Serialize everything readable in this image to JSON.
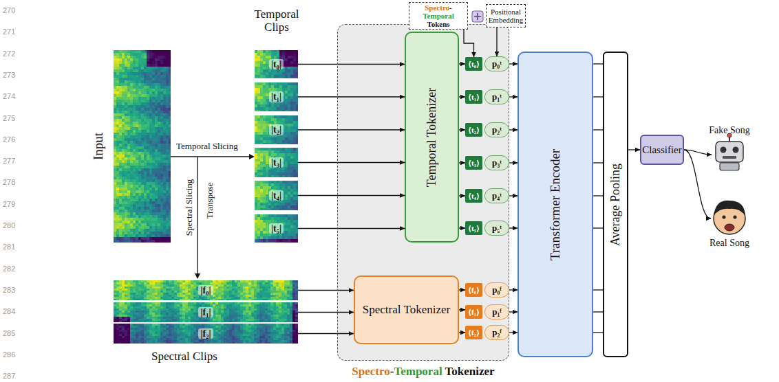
{
  "diagram": {
    "caption": "Spectro-Temporal Tokenizer",
    "nodes": [
      {
        "text": [
          "Input"
        ]
      },
      {
        "text": [
          "|t₀|"
        ]
      },
      {
        "text": [
          "|t₁|"
        ]
      },
      {
        "text": [
          "|t₂|"
        ]
      },
      {
        "text": [
          "|t₃|"
        ]
      },
      {
        "text": [
          "|t₄|"
        ]
      },
      {
        "text": [
          "|t₅|"
        ]
      },
      {
        "text": [
          "|f₀|"
        ]
      },
      {
        "text": [
          "|f₁|"
        ]
      },
      {
        "text": [
          "|f₂|"
        ]
      },
      {
        "text": [
          "Spectro-Temporal Tokenizer"
        ]
      },
      {
        "text": [
          "Temporal Tokenizer"
        ],
        "in": 10
      },
      {
        "text": [
          "Spectral Tokenizer"
        ],
        "in": 10
      },
      {
        "text": [
          "⟨t₀⟩"
        ]
      },
      {
        "text": [
          "⟨t₁⟩"
        ]
      },
      {
        "text": [
          "⟨t₂⟩"
        ]
      },
      {
        "text": [
          "⟨t₃⟩"
        ]
      },
      {
        "text": [
          "⟨t₄⟩"
        ]
      },
      {
        "text": [
          "⟨t₅⟩"
        ]
      },
      {
        "text": [
          "⟨f₀⟩"
        ]
      },
      {
        "text": [
          "⟨f₁⟩"
        ]
      },
      {
        "text": [
          "⟨f₂⟩"
        ]
      },
      {
        "text": [
          "p₀ᵗ"
        ]
      },
      {
        "text": [
          "p₁ᵗ"
        ]
      },
      {
        "text": [
          "p₂ᵗ"
        ]
      },
      {
        "text": [
          "p₃ᵗ"
        ]
      },
      {
        "text": [
          "p₄ᵗ"
        ]
      },
      {
        "text": [
          "p₅ᵗ"
        ]
      },
      {
        "text": [
          "p₀ᶠ"
        ]
      },
      {
        "text": [
          "p₁ᶠ"
        ]
      },
      {
        "text": [
          "p₂ᶠ"
        ]
      },
      {
        "text": [
          "Transformer Encoder"
        ]
      },
      {
        "text": [
          "Average Pooling"
        ]
      },
      {
        "text": [
          "Classifier"
        ]
      },
      {
        "text": [
          "Spectro-Temporal Tokens"
        ]
      },
      {
        "text": [
          "Positional Embedding"
        ]
      },
      {
        "text": [
          "Fake Song"
        ]
      },
      {
        "text": [
          "Real Song"
        ]
      }
    ],
    "edges": [
      {
        "from": 1,
        "to": 11,
        "arrow": "to"
      },
      {
        "from": 2,
        "to": 11,
        "arrow": "to"
      },
      {
        "from": 3,
        "to": 11,
        "arrow": "to"
      },
      {
        "from": 4,
        "to": 11,
        "arrow": "to"
      },
      {
        "from": 5,
        "to": 11,
        "arrow": "to"
      },
      {
        "from": 6,
        "to": 11,
        "arrow": "to"
      },
      {
        "from": 7,
        "to": 12,
        "arrow": "to"
      },
      {
        "from": 8,
        "to": 12,
        "arrow": "to"
      },
      {
        "from": 9,
        "to": 12,
        "arrow": "to"
      },
      {
        "from": 11,
        "to": 13,
        "arrow": "to"
      },
      {
        "from": 11,
        "to": 14,
        "arrow": "to"
      },
      {
        "from": 11,
        "to": 15,
        "arrow": "to"
      },
      {
        "from": 11,
        "to": 16,
        "arrow": "to"
      },
      {
        "from": 11,
        "to": 17,
        "arrow": "to"
      },
      {
        "from": 11,
        "to": 18,
        "arrow": "to"
      },
      {
        "from": 12,
        "to": 19,
        "arrow": "to"
      },
      {
        "from": 12,
        "to": 20,
        "arrow": "to"
      },
      {
        "from": 12,
        "to": 21,
        "arrow": "to"
      },
      {
        "from": 22,
        "to": 31,
        "arrow": "to"
      },
      {
        "from": 23,
        "to": 31,
        "arrow": "to"
      },
      {
        "from": 24,
        "to": 31,
        "arrow": "to"
      },
      {
        "from": 25,
        "to": 31,
        "arrow": "to"
      },
      {
        "from": 26,
        "to": 31,
        "arrow": "to"
      },
      {
        "from": 27,
        "to": 31,
        "arrow": "to"
      },
      {
        "from": 28,
        "to": 31,
        "arrow": "to"
      },
      {
        "from": 29,
        "to": 31,
        "arrow": "to"
      },
      {
        "from": 30,
        "to": 31,
        "arrow": "to"
      },
      {
        "from": 31,
        "to": 32,
        "arrow": "none"
      },
      {
        "from": 31,
        "to": 32,
        "arrow": "none"
      },
      {
        "from": 31,
        "to": 32,
        "arrow": "none"
      },
      {
        "from": 31,
        "to": 32,
        "arrow": "none"
      },
      {
        "from": 31,
        "to": 32,
        "arrow": "none"
      },
      {
        "from": 31,
        "to": 32,
        "arrow": "none"
      },
      {
        "from": 31,
        "to": 32,
        "arrow": "none"
      },
      {
        "from": 31,
        "to": 32,
        "arrow": "none"
      },
      {
        "from": 31,
        "to": 32,
        "arrow": "none"
      },
      {
        "from": 32,
        "to": 33,
        "arrow": "to"
      },
      {
        "from": 33,
        "to": 36,
        "arrow": "to"
      },
      {
        "from": 33,
        "to": 37,
        "arrow": "to"
      },
      {
        "from": 34,
        "to": 13,
        "arrow": "to"
      },
      {
        "from": 35,
        "to": 22,
        "arrow": "to"
      }
    ],
    "labels": [
      "270",
      "271",
      "272",
      "273",
      "274",
      "275",
      "276",
      "277",
      "278",
      "279",
      "280",
      "281",
      "282",
      "283",
      "284",
      "285",
      "286",
      "287",
      "Temporal Clips",
      "Temporal Slicing",
      "Transpose",
      "Spectral Slicing",
      "Spectral Clips"
    ]
  }
}
